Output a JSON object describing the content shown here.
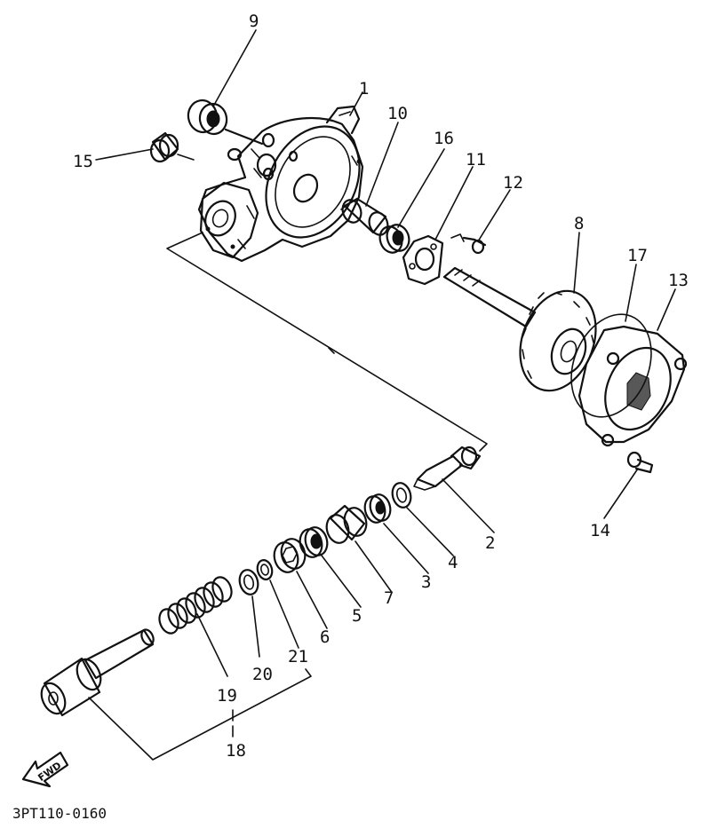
{
  "labels": {
    "1": "1",
    "2": "2",
    "3": "3",
    "4": "4",
    "5": "5",
    "6": "6",
    "7": "7",
    "8": "8",
    "9": "9",
    "10": "10",
    "11": "11",
    "12": "12",
    "13": "13",
    "14": "14",
    "15": "15",
    "16": "16",
    "17": "17",
    "18": "18",
    "19": "19",
    "20": "20",
    "21": "21"
  },
  "diagram_code": "3PT110-0160",
  "direction_marker": "FWD"
}
